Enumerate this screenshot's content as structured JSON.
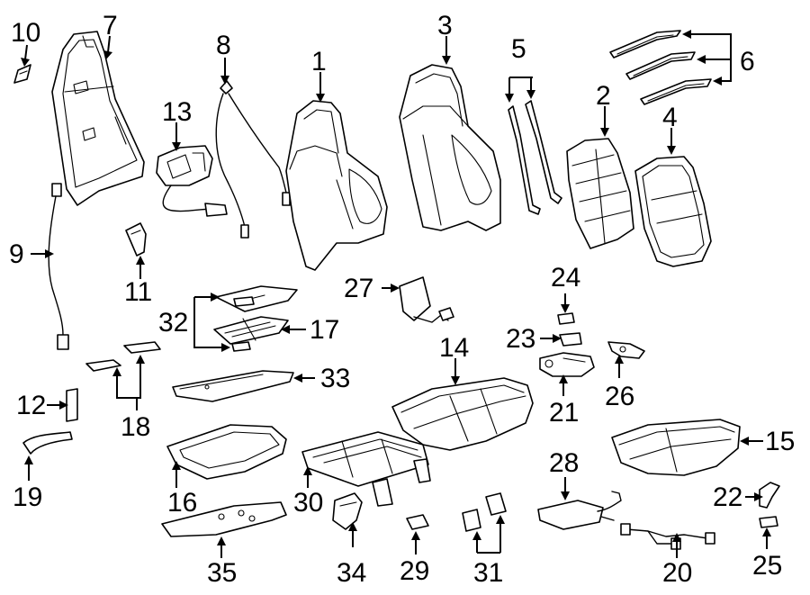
{
  "diagram": {
    "callouts": [
      {
        "id": "c1",
        "text": "1"
      },
      {
        "id": "c2",
        "text": "2"
      },
      {
        "id": "c3",
        "text": "3"
      },
      {
        "id": "c4",
        "text": "4"
      },
      {
        "id": "c5",
        "text": "5"
      },
      {
        "id": "c6",
        "text": "6"
      },
      {
        "id": "c7",
        "text": "7"
      },
      {
        "id": "c8",
        "text": "8"
      },
      {
        "id": "c9",
        "text": "9"
      },
      {
        "id": "c10",
        "text": "10"
      },
      {
        "id": "c11",
        "text": "11"
      },
      {
        "id": "c12",
        "text": "12"
      },
      {
        "id": "c13",
        "text": "13"
      },
      {
        "id": "c14",
        "text": "14"
      },
      {
        "id": "c15",
        "text": "15"
      },
      {
        "id": "c16",
        "text": "16"
      },
      {
        "id": "c17",
        "text": "17"
      },
      {
        "id": "c18",
        "text": "18"
      },
      {
        "id": "c19",
        "text": "19"
      },
      {
        "id": "c20",
        "text": "20"
      },
      {
        "id": "c21",
        "text": "21"
      },
      {
        "id": "c22",
        "text": "22"
      },
      {
        "id": "c23",
        "text": "23"
      },
      {
        "id": "c24",
        "text": "24"
      },
      {
        "id": "c25",
        "text": "25"
      },
      {
        "id": "c26",
        "text": "26"
      },
      {
        "id": "c27",
        "text": "27"
      },
      {
        "id": "c28",
        "text": "28"
      },
      {
        "id": "c29",
        "text": "29"
      },
      {
        "id": "c30",
        "text": "30"
      },
      {
        "id": "c31",
        "text": "31"
      },
      {
        "id": "c32",
        "text": "32"
      },
      {
        "id": "c33",
        "text": "33"
      },
      {
        "id": "c34",
        "text": "34"
      },
      {
        "id": "c35",
        "text": "35"
      }
    ]
  }
}
